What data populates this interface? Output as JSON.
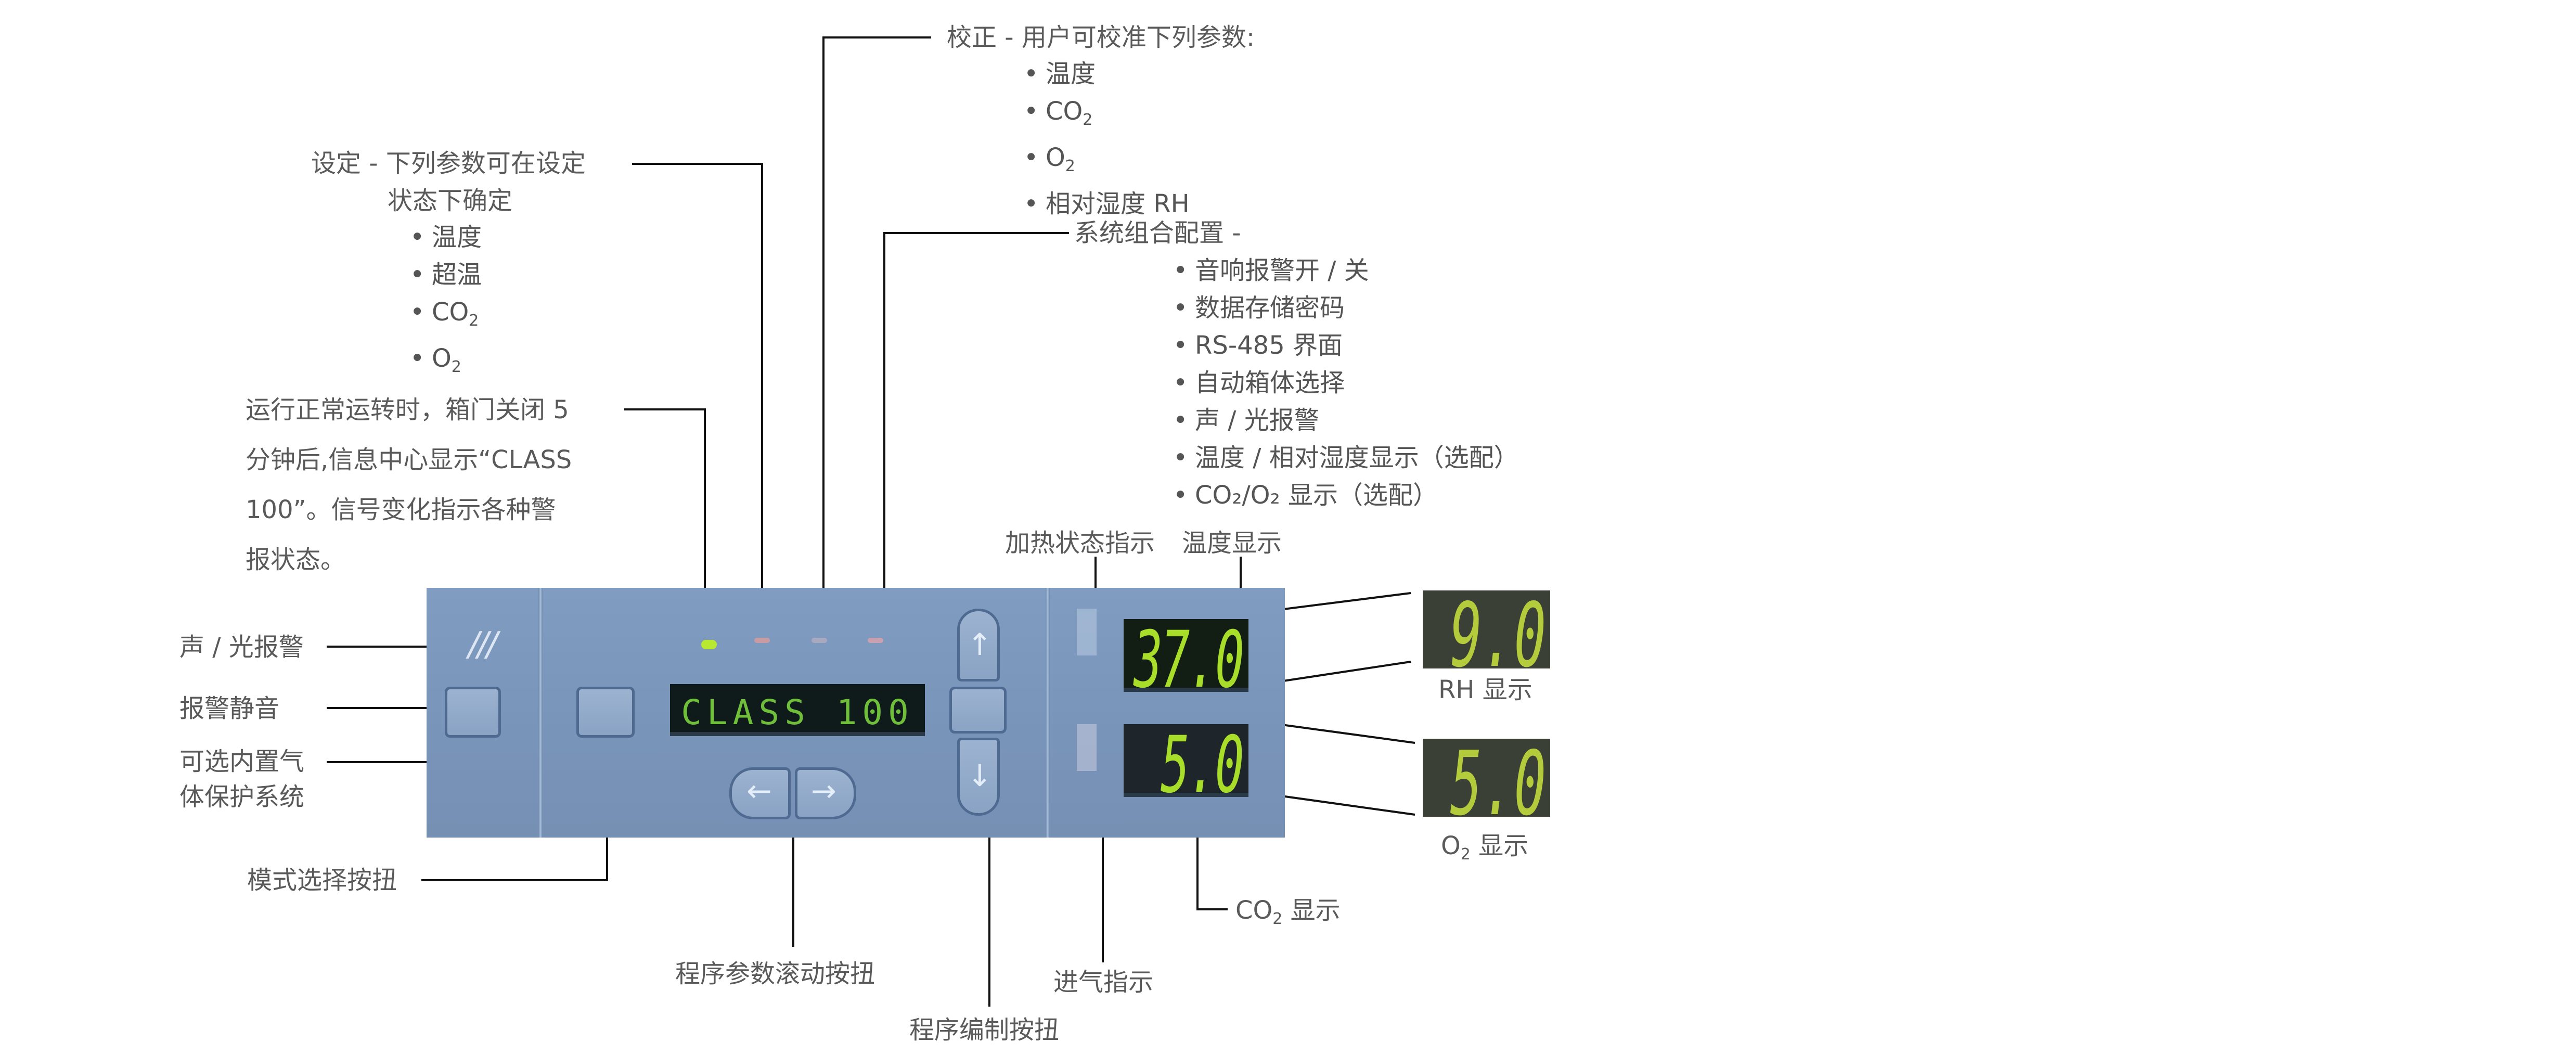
{
  "calibration": {
    "title": "校正 - 用户可校准下列参数:",
    "items": [
      {
        "text": "温度"
      },
      {
        "text": "CO",
        "sub": "2"
      },
      {
        "text": "O",
        "sub": "2"
      },
      {
        "text": "相对湿度 RH"
      }
    ]
  },
  "setpoint": {
    "title_line1": "设定 - 下列参数可在设定",
    "title_line2": "状态下确定",
    "items": [
      {
        "text": "温度"
      },
      {
        "text": "超温"
      },
      {
        "text": "CO",
        "sub": "2"
      },
      {
        "text": "O",
        "sub": "2"
      }
    ]
  },
  "config": {
    "title": "系统组合配置 -",
    "items": [
      {
        "text": "音响报警开 / 关"
      },
      {
        "text": "数据存储密码"
      },
      {
        "text": "RS-485 界面"
      },
      {
        "text": "自动箱体选择"
      },
      {
        "text": "声 / 光报警"
      },
      {
        "text": "温度 / 相对湿度显示（选配）"
      },
      {
        "text": "CO₂/O₂ 显示（选配）"
      }
    ]
  },
  "run": {
    "lines": [
      "运行正常运转时，箱门关闭 5",
      "分钟后,信息中心显示“CLASS",
      "100”。信号变化指示各种警",
      "报状态。"
    ]
  },
  "left_labels": {
    "alarm": "声 / 光报警",
    "silence": "报警静音",
    "gas_guard_line1": "可选内置气",
    "gas_guard_line2": "体保护系统",
    "mode": "模式选择按扭"
  },
  "top_right_labels": {
    "heat": "加热状态指示",
    "temp": "温度显示"
  },
  "right_labels": {
    "rh": "RH 显示",
    "o2_prefix": "O",
    "o2_sub": "2",
    "o2_suffix": " 显示"
  },
  "bottom_labels": {
    "scroll": "程序参数滚动按扭",
    "enter": "程序编制按扭",
    "inject": "进气指示",
    "co2_prefix": "CO",
    "co2_sub": "2",
    "co2_suffix": " 显示"
  },
  "panel": {
    "message_display": "CLASS 100",
    "temperature_display": "37.0",
    "co2_display": "5.0",
    "rh_inset_display": "9.0",
    "o2_inset_display": "5.0",
    "status_leds": [
      {
        "name": "run",
        "color": "#b8e830"
      },
      {
        "name": "set",
        "color": "#c89aa4"
      },
      {
        "name": "cal",
        "color": "#a8a8c0"
      },
      {
        "name": "config",
        "color": "#c8a0b0"
      }
    ],
    "colors": {
      "panel": "#7c98bc",
      "lcd_green": "#a8dd2a",
      "message_green": "#6fbf3a"
    }
  }
}
